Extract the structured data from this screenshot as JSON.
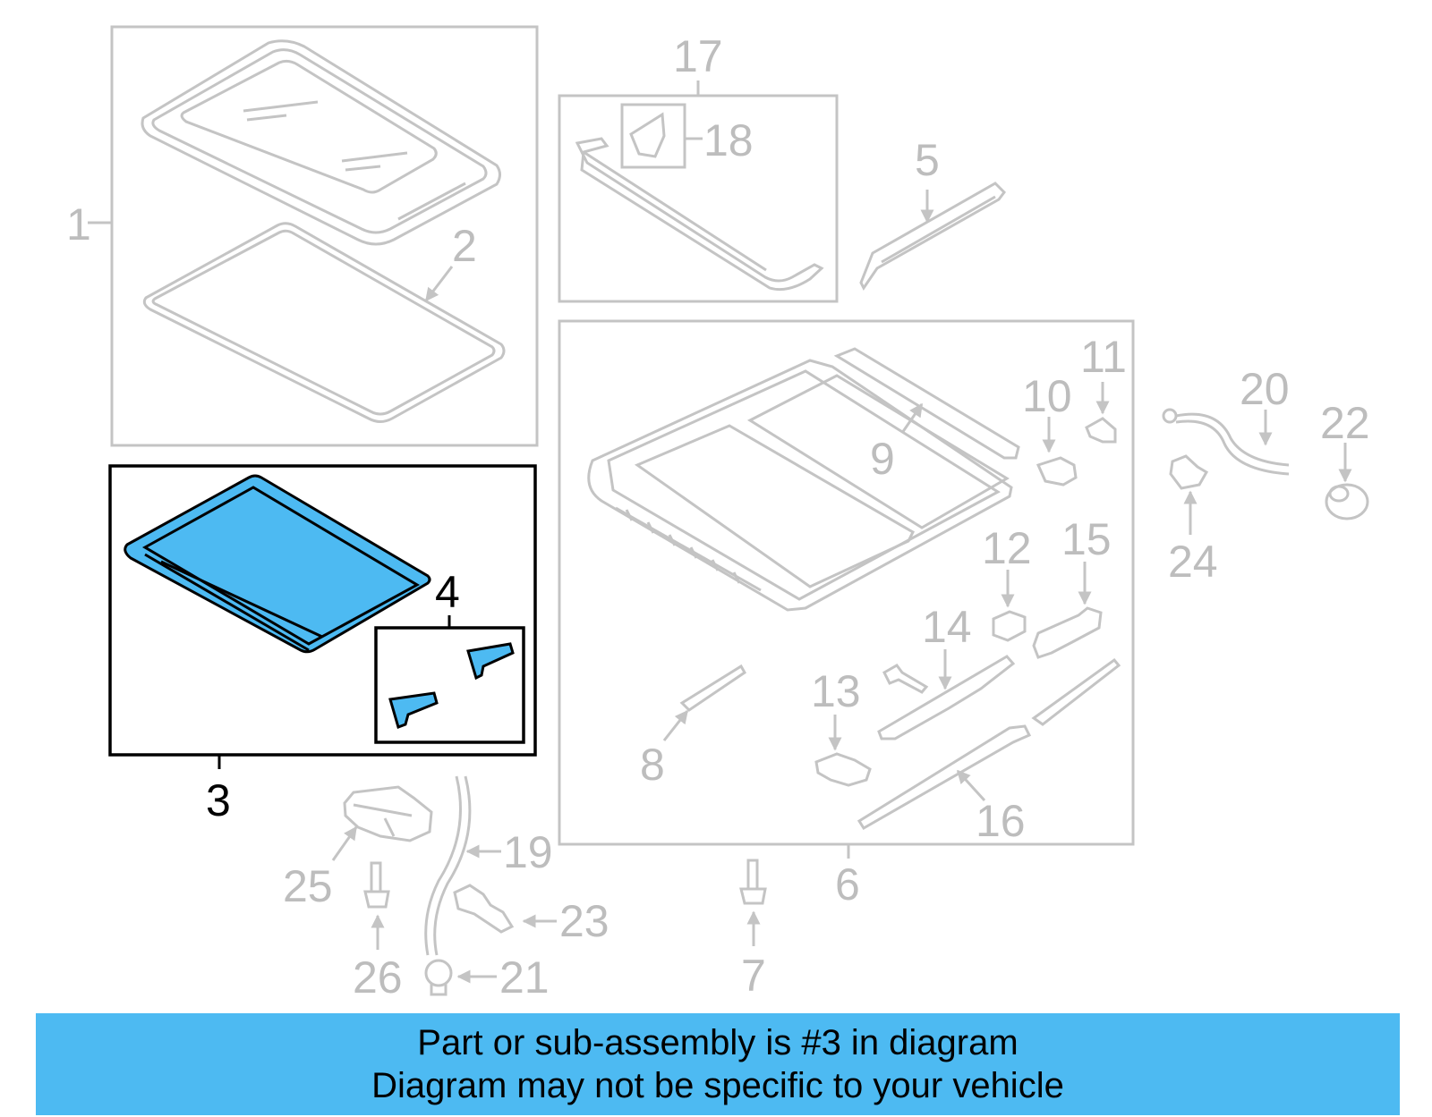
{
  "callouts": {
    "c1": "1",
    "c2": "2",
    "c3": "3",
    "c4": "4",
    "c5": "5",
    "c6": "6",
    "c7": "7",
    "c8": "8",
    "c9": "9",
    "c10": "10",
    "c11": "11",
    "c12": "12",
    "c13": "13",
    "c14": "14",
    "c15": "15",
    "c16": "16",
    "c17": "17",
    "c18": "18",
    "c19": "19",
    "c20": "20",
    "c21": "21",
    "c22": "22",
    "c23": "23",
    "c24": "24",
    "c25": "25",
    "c26": "26"
  },
  "highlight": {
    "part": "3",
    "color": "#4dbaf2"
  },
  "banner": {
    "line1": "Part or sub-assembly is #3 in diagram",
    "line2": "Diagram may not be specific to your vehicle",
    "background": "#4dbaf2"
  }
}
